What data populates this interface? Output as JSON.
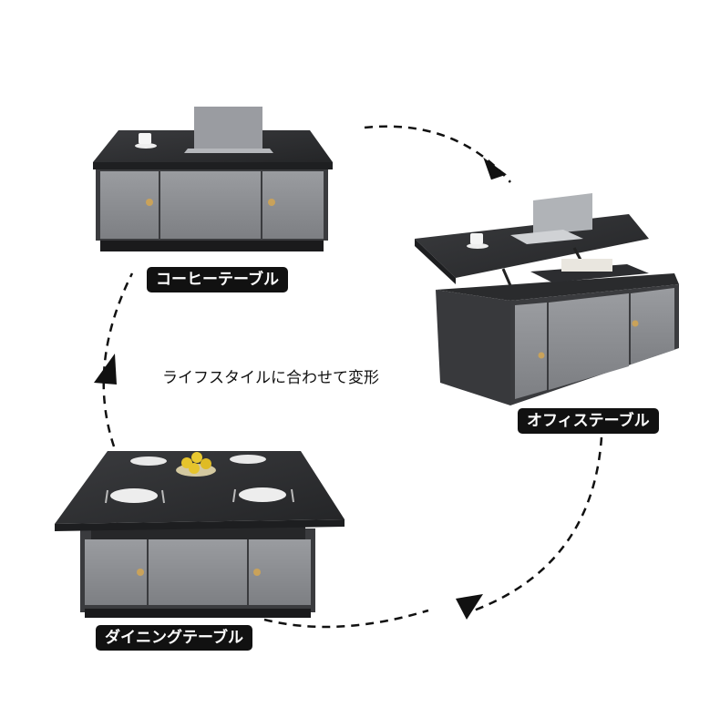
{
  "labels": {
    "coffee_table": "コーヒーテーブル",
    "office_table": "オフィステーブル",
    "dining_table": "ダイニングテーブル"
  },
  "caption": "ライフスタイルに合わせて変形",
  "colors": {
    "tabletop": "#2e2f31",
    "cabinet_panel": "#8c8e92",
    "cabinet_dark": "#3a3b3e",
    "knob": "#c9a25a",
    "label_bg": "#111111",
    "arrow": "#111111"
  },
  "icons": [
    "cycle-arrow-icon"
  ]
}
